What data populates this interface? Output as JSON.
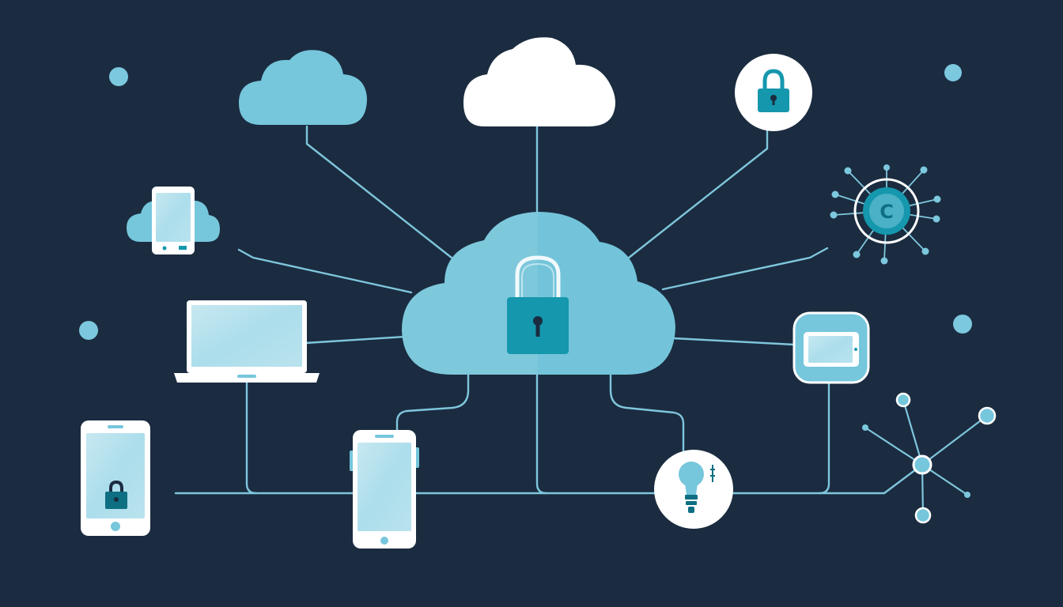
{
  "colors": {
    "background": "#1b2c40",
    "line": "#7fc6dc",
    "cloud_light": "#76c6dc",
    "cloud_main": "#73c4da",
    "white": "#ffffff",
    "teal": "#1597ad",
    "teal_dark": "#0e6f82",
    "dot": "#7cc8de",
    "screen": "#a8dcea"
  },
  "nodes": [
    {
      "id": "central-cloud",
      "icon": "cloud-lock-icon"
    },
    {
      "id": "top-left-cloud",
      "icon": "cloud-icon"
    },
    {
      "id": "top-white-cloud",
      "icon": "cloud-icon"
    },
    {
      "id": "lock-circle",
      "icon": "padlock-icon"
    },
    {
      "id": "crypto-hub",
      "icon": "crypto-hub-icon",
      "label": "C"
    },
    {
      "id": "cloud-phone",
      "icon": "cloud-phone-icon"
    },
    {
      "id": "laptop",
      "icon": "laptop-icon"
    },
    {
      "id": "tablet-device",
      "icon": "tablet-icon"
    },
    {
      "id": "locked-phone",
      "icon": "phone-lock-icon"
    },
    {
      "id": "smartphone",
      "icon": "smartphone-icon"
    },
    {
      "id": "lightbulb-circle",
      "icon": "lightbulb-icon"
    },
    {
      "id": "network-hub",
      "icon": "network-node-icon"
    }
  ]
}
